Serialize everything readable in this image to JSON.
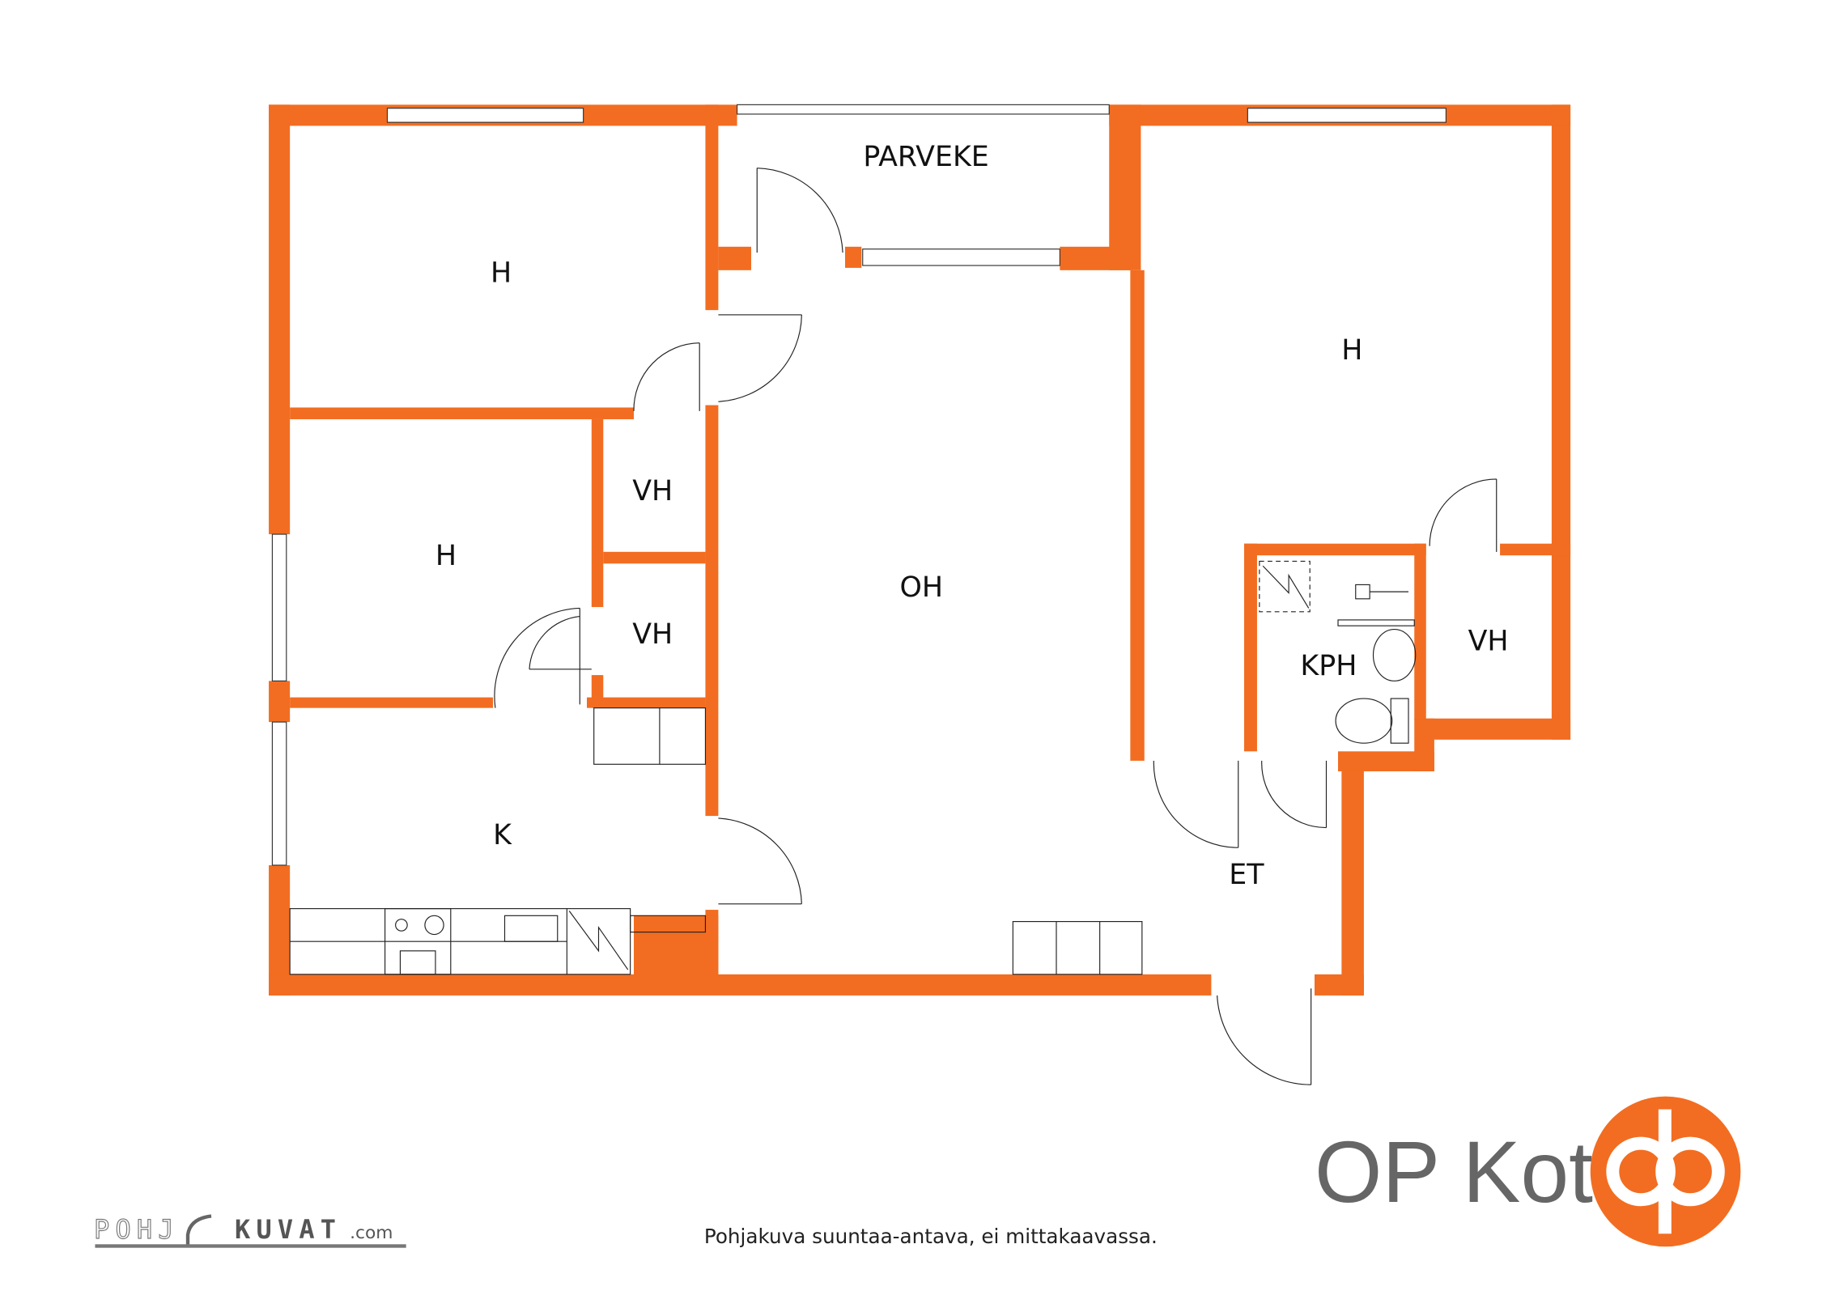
{
  "rooms": {
    "balcony": "PARVEKE",
    "bedroom_top_left": "H",
    "bedroom_mid_left": "H",
    "bedroom_right": "H",
    "closet_1": "VH",
    "closet_2": "VH",
    "closet_3": "VH",
    "living_room": "OH",
    "kitchen": "K",
    "bathroom": "KPH",
    "entrance": "ET"
  },
  "footer": {
    "disclaimer": "Pohjakuva suuntaa-antava, ei mittakaavassa.",
    "pohjakuvat_logo_left": "POHJ",
    "pohjakuvat_logo_right": "KUVAT",
    "pohjakuvat_logo_suffix": ".com",
    "brand": "OP Koti"
  },
  "colors": {
    "wall": "#f26d21",
    "brand_text": "#666666"
  }
}
